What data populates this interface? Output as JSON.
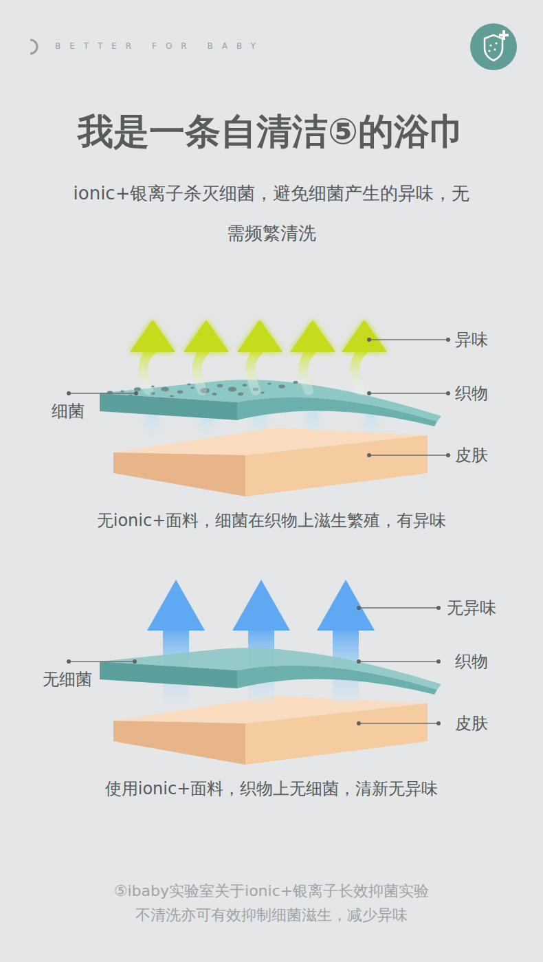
{
  "diagram": {
    "title": "我是一条自清洁⑤的浴巾",
    "caption": "ionic+银离子杀灭细菌，避免细菌产生的异味，无需频繁清洗",
    "labels": [
      "BETTER FOR BABY",
      "异味",
      "织物",
      "细菌",
      "皮肤",
      "无ionic+面料，细菌在织物上滋生繁殖，有异味",
      "无异味",
      "织物",
      "无细菌",
      "皮肤",
      "使用ionic+面料，织物上无细菌，清新无异味",
      "⑤ibaby实验室关于ionic+银离子长效抑菌实验",
      "不清洗亦可有效抑制细菌滋生，减少异味"
    ]
  }
}
